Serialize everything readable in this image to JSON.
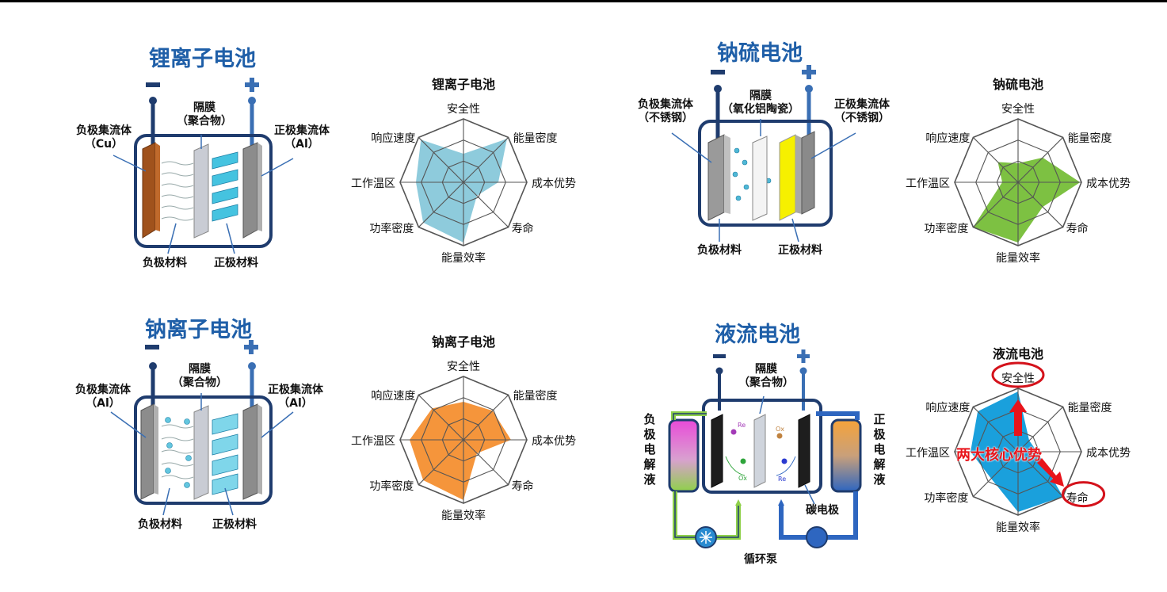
{
  "axes": [
    "安全性",
    "能量密度",
    "成本优势",
    "寿命",
    "能量效率",
    "功率密度",
    "工作温区",
    "响应速度"
  ],
  "panels": {
    "li": {
      "title": "锂离子电池",
      "separator": [
        "隔膜",
        "（聚合物）"
      ],
      "neg_collector": [
        "负极集流体",
        "（Cu）"
      ],
      "pos_collector": [
        "正极集流体",
        "（Al）"
      ],
      "neg_material": "负极材料",
      "pos_material": "正极材料"
    },
    "nas": {
      "title": "钠硫电池",
      "separator": [
        "隔膜",
        "（氧化铝陶瓷）"
      ],
      "neg_collector": [
        "负极集流体",
        "（不锈钢）"
      ],
      "pos_collector": [
        "正极集流体",
        "（不锈钢）"
      ],
      "neg_material": "负极材料",
      "pos_material": "正极材料"
    },
    "na": {
      "title": "钠离子电池",
      "separator": [
        "隔膜",
        "（聚合物）"
      ],
      "neg_collector": [
        "负极集流体",
        "（Al）"
      ],
      "pos_collector": [
        "正极集流体",
        "（Al）"
      ],
      "neg_material": "负极材料",
      "pos_material": "正极材料"
    },
    "flow": {
      "title": "液流电池",
      "separator": [
        "隔膜",
        "（聚合物）"
      ],
      "neg_electrolyte": "负极电解液",
      "pos_electrolyte": "正极电解液",
      "carbon_electrode": "碳电极",
      "pump": "循环泵",
      "ions": [
        "Re",
        "Ox",
        "Ox",
        "Re"
      ]
    }
  },
  "annotation": "两大核心优势",
  "chart_data": [
    {
      "type": "radar",
      "title": "锂离子电池",
      "color": "#8ecbdc",
      "axes": [
        "安全性",
        "能量密度",
        "成本优势",
        "寿命",
        "能量效率",
        "功率密度",
        "工作温区",
        "响应速度"
      ],
      "max": 1,
      "values": [
        0.45,
        0.97,
        0.55,
        0.3,
        0.95,
        0.9,
        0.75,
        0.95
      ]
    },
    {
      "type": "radar",
      "title": "钠硫电池",
      "color": "#7dc142",
      "axes": [
        "安全性",
        "能量密度",
        "成本优势",
        "寿命",
        "能量效率",
        "功率密度",
        "工作温区",
        "响应速度"
      ],
      "max": 1,
      "values": [
        0.3,
        0.55,
        0.98,
        0.55,
        0.95,
        1.0,
        0.25,
        0.45
      ]
    },
    {
      "type": "radar",
      "title": "钠离子电池",
      "color": "#f5953b",
      "axes": [
        "安全性",
        "能量密度",
        "成本优势",
        "寿命",
        "能量效率",
        "功率密度",
        "工作温区",
        "响应速度"
      ],
      "max": 1,
      "values": [
        0.6,
        0.65,
        0.75,
        0.3,
        0.95,
        0.9,
        0.85,
        0.7
      ]
    },
    {
      "type": "radar",
      "title": "液流电池",
      "color": "#1aa0dc",
      "axes": [
        "安全性",
        "能量密度",
        "成本优势",
        "寿命",
        "能量效率",
        "功率密度",
        "工作温区",
        "响应速度"
      ],
      "max": 1,
      "values": [
        0.95,
        0.25,
        0.3,
        1.0,
        0.95,
        0.6,
        0.75,
        0.9
      ]
    }
  ]
}
